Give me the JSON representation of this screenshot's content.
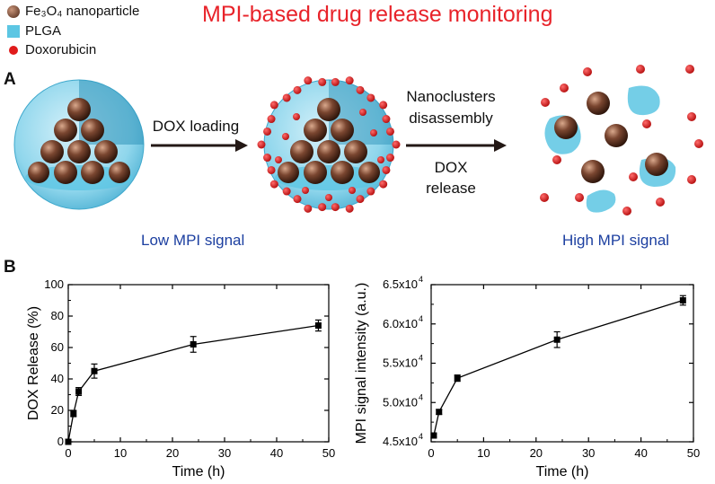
{
  "legend": {
    "nanoparticle": "Fe₃O₄ nanoparticle",
    "plga": "PLGA",
    "doxorubicin": "Doxorubicin"
  },
  "title": "MPI-based drug release monitoring",
  "panel_a": {
    "letter": "A",
    "step1": "DOX loading",
    "step2_line1": "Nanoclusters",
    "step2_line2": "disassembly",
    "step3_line1": "DOX",
    "step3_line2": "release",
    "low_signal": "Low MPI signal",
    "high_signal": "High MPI signal"
  },
  "panel_b": {
    "letter": "B"
  },
  "colors": {
    "title_red": "#e8232a",
    "signal_blue": "#1c3fa0",
    "nanoparticle_brown": "#6b3f2a",
    "plga_cyan": "#5cc6e3",
    "dox_red": "#e01b1b"
  },
  "chart_data": [
    {
      "type": "line",
      "xlabel": "Time (h)",
      "ylabel": "DOX Release (%)",
      "xlim": [
        0,
        50
      ],
      "ylim": [
        0,
        100
      ],
      "xticks": [
        "0",
        "10",
        "20",
        "30",
        "40",
        "50"
      ],
      "yticks": [
        "0",
        "20",
        "40",
        "60",
        "80",
        "100"
      ],
      "x": [
        0,
        1,
        2,
        5,
        24,
        48
      ],
      "y": [
        0,
        18,
        32,
        45,
        62,
        74
      ],
      "error": [
        0,
        2,
        2.5,
        4.5,
        5,
        3.5
      ]
    },
    {
      "type": "line",
      "xlabel": "Time (h)",
      "ylabel": "MPI signal intensity (a.u.)",
      "xlim": [
        0,
        50
      ],
      "ylim": [
        45000,
        65000
      ],
      "xticks": [
        "0",
        "10",
        "20",
        "30",
        "40",
        "50"
      ],
      "yticks": [
        "4.5x10^4",
        "5.0x10^4",
        "5.5x10^4",
        "6.0x10^4",
        "6.5x10^4"
      ],
      "x": [
        0.5,
        1.5,
        5,
        24,
        48
      ],
      "y": [
        45800,
        48800,
        53100,
        58000,
        63000
      ],
      "error": [
        200,
        300,
        400,
        1000,
        600
      ]
    }
  ]
}
